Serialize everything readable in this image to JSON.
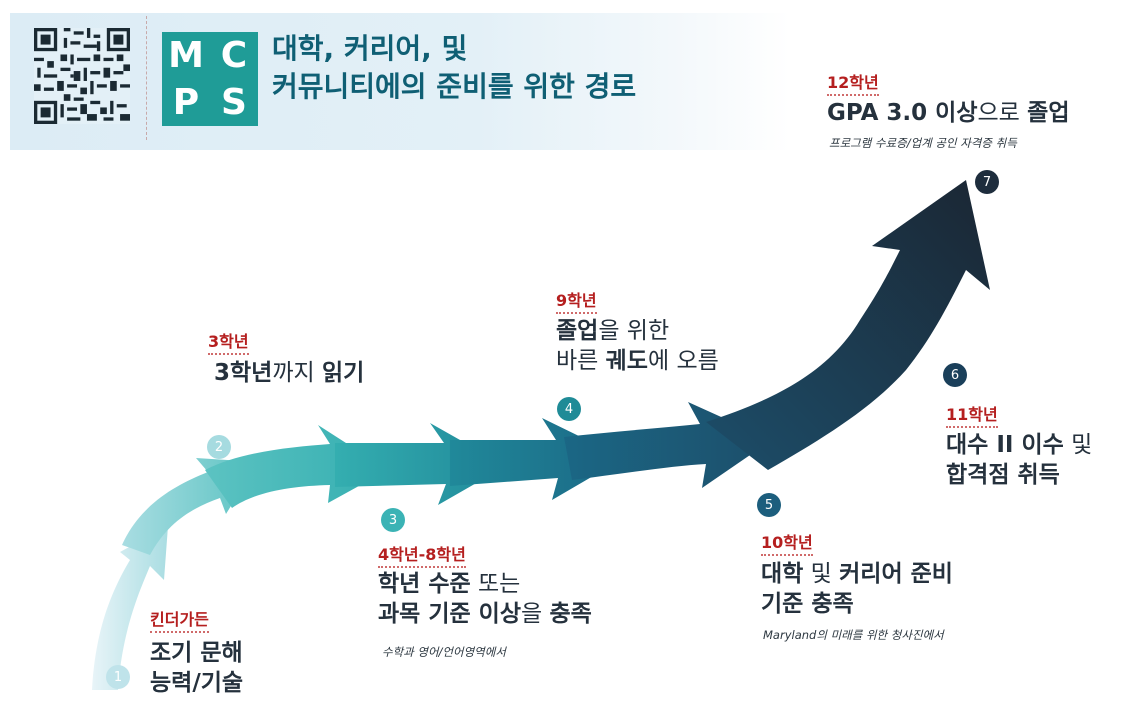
{
  "header": {
    "logo_letters": [
      "M",
      "C",
      "P",
      "S"
    ],
    "title_line1": "대학, 커리어, 및",
    "title_line2": "커뮤니티에의 준비를 위한 경로",
    "qr_icon": "qr-code-icon",
    "colors": {
      "band": "#dcecf5",
      "logo": "#1f9c97",
      "title": "#0f5f74"
    }
  },
  "colors": {
    "grade_label": "#b51f1f"
  },
  "milestones": [
    {
      "number": "1",
      "grade": "킨더가든",
      "goal_l1_bold": "조기 문해",
      "goal_l2_bold": "능력/기술",
      "marker_color": "#bfe3ea"
    },
    {
      "number": "2",
      "grade": "3학년",
      "goal_bold1": "3학년",
      "goal_mid": "까지 ",
      "goal_bold2": "읽기",
      "marker_color": "#a6dbe0"
    },
    {
      "number": "3",
      "grade": "4학년-8학년",
      "goal_l1_bold1": "학년 수준",
      "goal_l1_rest": " 또는",
      "goal_l2_bold": "과목 기준 이상",
      "goal_l2_mid": "을 ",
      "goal_l2_bold2": "충족",
      "note": "수학과 영어/언어영역에서",
      "marker_color": "#3bb3b5"
    },
    {
      "number": "4",
      "grade": "9학년",
      "goal_l1_bold": "졸업",
      "goal_l1_rest": "을 위한",
      "goal_l2_pre": "바른 ",
      "goal_l2_bold": "궤도",
      "goal_l2_rest": "에 오름",
      "marker_color": "#1f8b97"
    },
    {
      "number": "5",
      "grade": "10학년",
      "goal_l1_bold1": "대학",
      "goal_l1_mid": " 및 ",
      "goal_l1_bold2": "커리어 준비",
      "goal_l2_bold": "기준 충족",
      "note": "Maryland의 미래를 위한 청사진에서",
      "marker_color": "#1c5e7d"
    },
    {
      "number": "6",
      "grade": "11학년",
      "goal_l1_bold": "대수 II 이수",
      "goal_l1_rest": " 및",
      "goal_l2_bold": "합격점 취득",
      "marker_color": "#1a3f5a"
    },
    {
      "number": "7",
      "grade": "12학년",
      "goal_bold1": "GPA 3.0 이상",
      "goal_mid": "으로 ",
      "goal_bold2": "졸업",
      "note": "프로그램 수료증/업계 공인 자격증 취득",
      "marker_color": "#1e2d3d"
    }
  ]
}
